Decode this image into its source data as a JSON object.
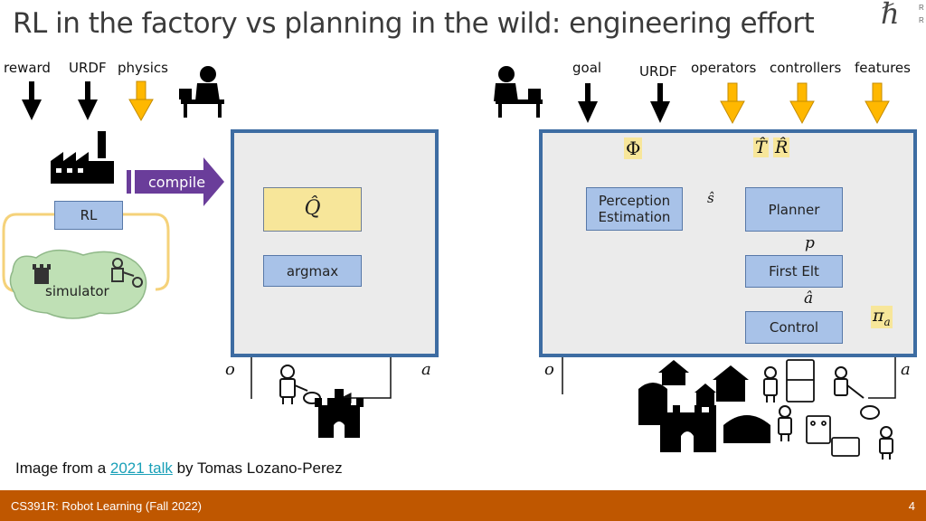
{
  "slide": {
    "title": "RL in the factory vs planning in the wild: engineering effort"
  },
  "logo": {
    "mark": "ℏ",
    "letter_top": "R",
    "letter_bottom": "R"
  },
  "left_diagram": {
    "inputs": [
      {
        "label": "reward",
        "arrow_color": "#000000"
      },
      {
        "label": "URDF",
        "arrow_color": "#000000"
      },
      {
        "label": "physics",
        "arrow_color": "#ffb800"
      }
    ],
    "compile_label": "compile",
    "rl_box": "RL",
    "simulator_label": "simulator",
    "q_label": "Q̂",
    "argmax_label": "argmax",
    "obs_label": "o",
    "action_label": "a"
  },
  "right_diagram": {
    "inputs": [
      {
        "label": "goal",
        "arrow_color": "#000000"
      },
      {
        "label": "URDF",
        "arrow_color": "#000000"
      },
      {
        "label": "operators",
        "arrow_color": "#ffb800"
      },
      {
        "label": "controllers",
        "arrow_color": "#ffb800"
      },
      {
        "label": "features",
        "arrow_color": "#ffb800"
      }
    ],
    "phi_label": "Φ",
    "t_hat_label": "T̂",
    "r_hat_label": "R̂",
    "perception_label_line1": "Perception",
    "perception_label_line2": "Estimation",
    "s_hat_label": "ŝ",
    "planner_label": "Planner",
    "p_label": "p",
    "first_elt_label": "First Elt",
    "a_hat_label": "â",
    "control_label": "Control",
    "pi_label": "π",
    "pi_sub": "a",
    "obs_label": "o",
    "action_label": "a"
  },
  "caption": {
    "prefix": "Image from a ",
    "link_text": "2021 talk",
    "suffix": " by Tomas Lozano-Perez"
  },
  "footer": {
    "course": "CS391R: Robot Learning (Fall 2022)",
    "page_number": "4"
  },
  "colors": {
    "panel_border": "#3d6ca2",
    "box_blue": "#a8c2e8",
    "box_yellow": "#f7e69a",
    "compile_arrow": "#6a3d9a",
    "footer": "#bf5700",
    "link": "#1aa0b8"
  }
}
